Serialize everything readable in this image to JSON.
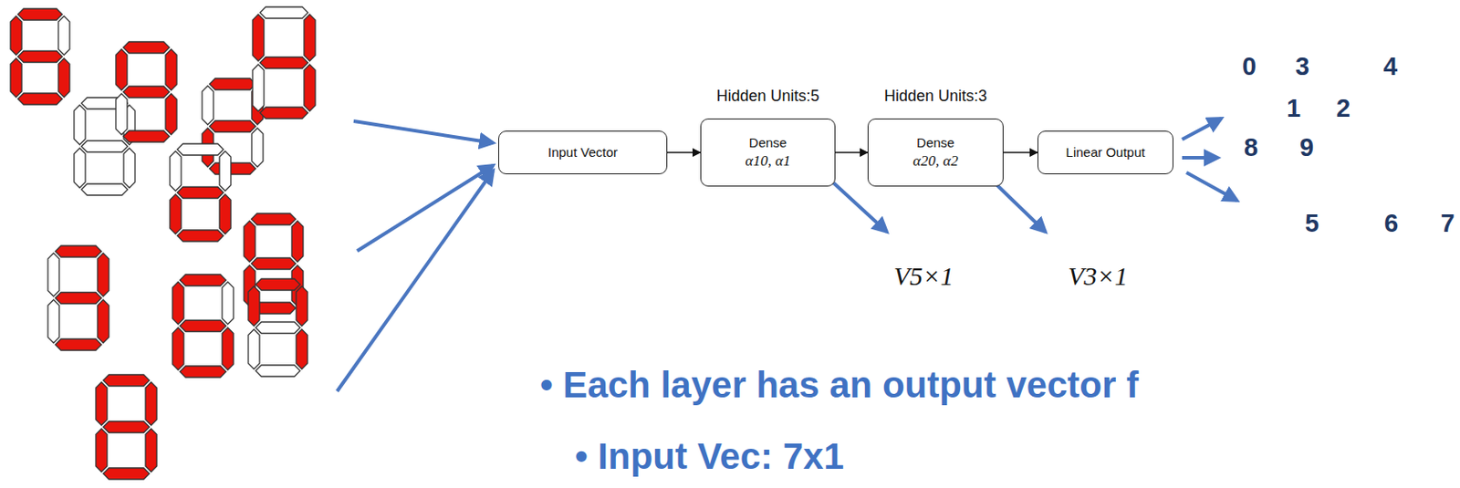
{
  "diagram": {
    "nodes": [
      {
        "text": [
          "Input Vector"
        ]
      },
      {
        "text": [
          "Hidden Units:5",
          "Dense",
          "α10, α1"
        ]
      },
      {
        "text": [
          "Hidden Units:3",
          "Dense",
          "α20, α2"
        ]
      },
      {
        "text": [
          "Linear Output"
        ]
      }
    ],
    "edges": [
      {
        "from": 0,
        "to": 1,
        "arrow": "to"
      },
      {
        "from": 1,
        "to": 2,
        "arrow": "to"
      },
      {
        "from": 2,
        "to": 3,
        "arrow": "to"
      }
    ],
    "labels": [
      "V5×1",
      "V3×1",
      "0",
      "3",
      "4",
      "1",
      "2",
      "8",
      "9",
      "5",
      "6",
      "7",
      "• Each layer has an output vector f",
      "• Input Vec: 7x1"
    ]
  }
}
